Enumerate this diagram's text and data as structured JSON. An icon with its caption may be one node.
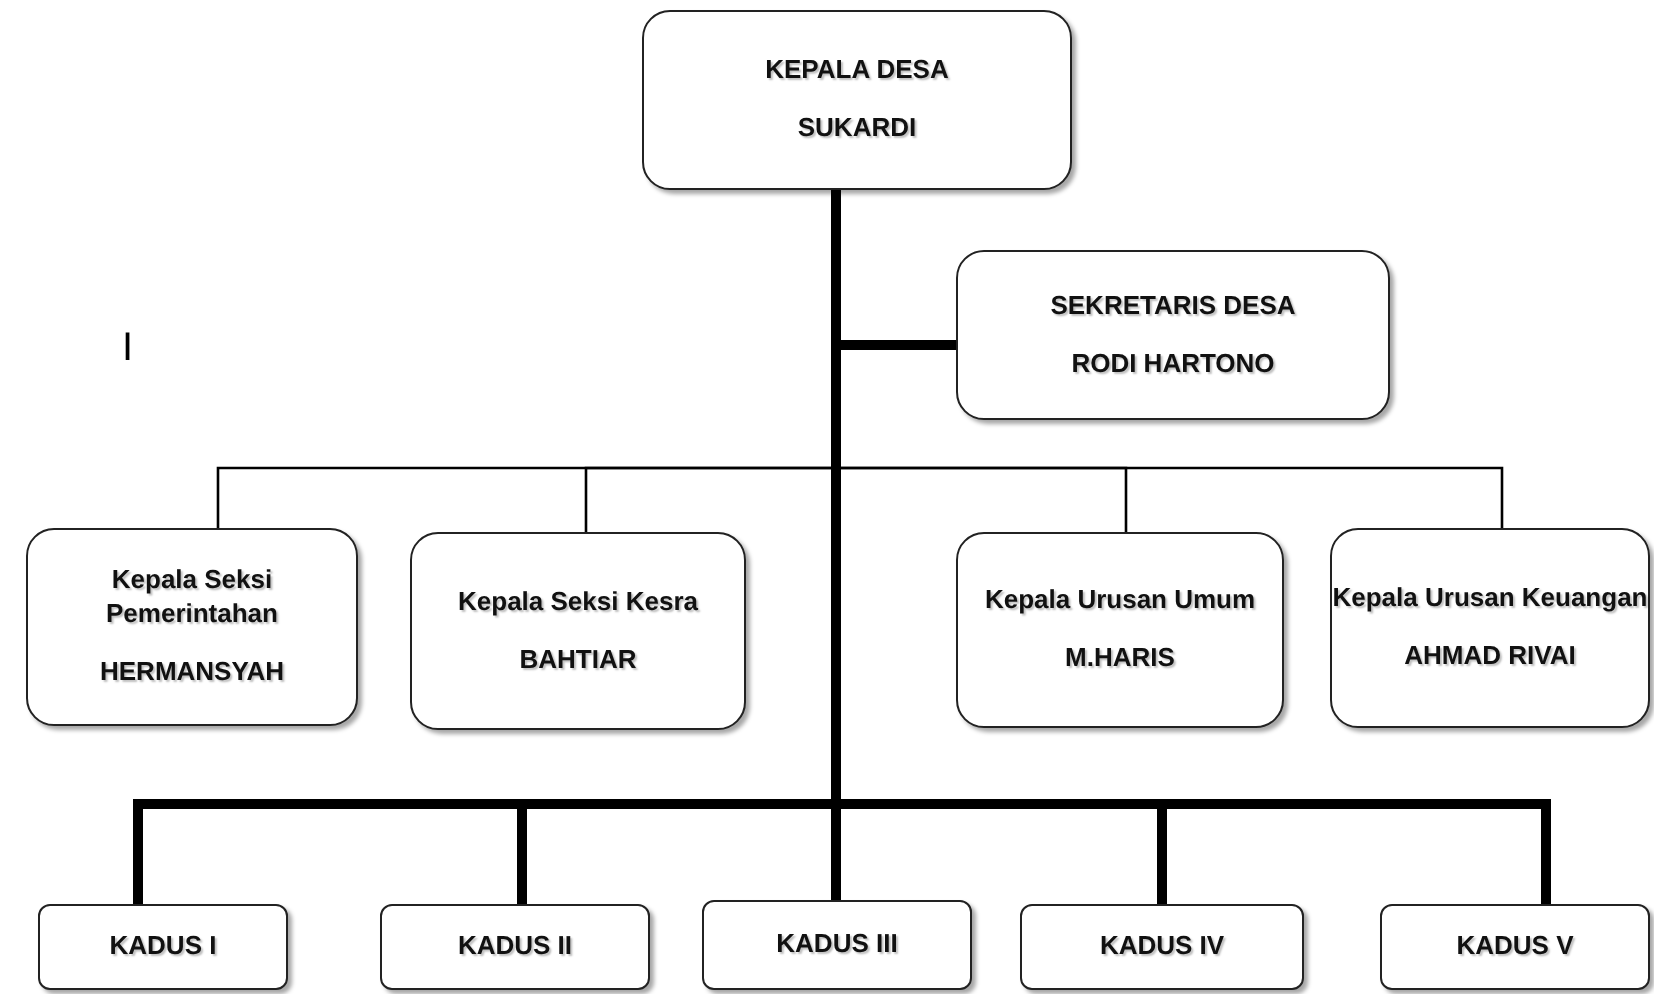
{
  "diagram": {
    "nodes": [
      {
        "text": [
          "KEPALA DESA",
          "SUKARDI"
        ]
      },
      {
        "text": [
          "SEKRETARIS DESA",
          "RODI HARTONO"
        ]
      },
      {
        "text": [
          "Kepala Seksi Pemerintahan",
          "HERMANSYAH"
        ]
      },
      {
        "text": [
          "Kepala Seksi Kesra",
          "BAHTIAR"
        ]
      },
      {
        "text": [
          "Kepala Urusan Umum",
          "M.HARIS"
        ]
      },
      {
        "text": [
          "Kepala Urusan Keuangan",
          "AHMAD RIVAI"
        ]
      },
      {
        "text": [
          "KADUS I"
        ]
      },
      {
        "text": [
          "KADUS II"
        ]
      },
      {
        "text": [
          "KADUS III"
        ]
      },
      {
        "text": [
          "KADUS IV"
        ]
      },
      {
        "text": [
          "KADUS V"
        ]
      }
    ],
    "edges": [
      {
        "from": 0,
        "to": 1,
        "arrow": "none"
      },
      {
        "from": 0,
        "to": 2,
        "arrow": "none"
      },
      {
        "from": 0,
        "to": 3,
        "arrow": "none"
      },
      {
        "from": 0,
        "to": 4,
        "arrow": "none"
      },
      {
        "from": 0,
        "to": 5,
        "arrow": "none"
      },
      {
        "from": 0,
        "to": 6,
        "arrow": "none"
      },
      {
        "from": 0,
        "to": 7,
        "arrow": "none"
      },
      {
        "from": 0,
        "to": 8,
        "arrow": "none"
      },
      {
        "from": 0,
        "to": 9,
        "arrow": "none"
      },
      {
        "from": 0,
        "to": 10,
        "arrow": "none"
      }
    ],
    "labels": [
      "I"
    ]
  }
}
